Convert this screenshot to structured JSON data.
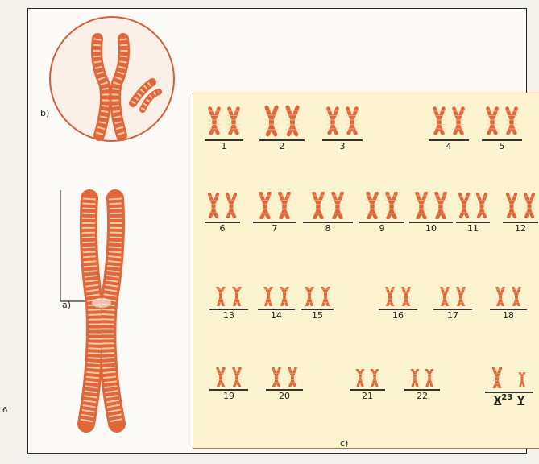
{
  "labels": {
    "a": "a)",
    "b": "b)",
    "c": "c)"
  },
  "edge_glyph": "6",
  "pairs": [
    {
      "num": "1"
    },
    {
      "num": "2"
    },
    {
      "num": "3"
    },
    {
      "num": "4"
    },
    {
      "num": "5"
    },
    {
      "num": "6"
    },
    {
      "num": "7"
    },
    {
      "num": "8"
    },
    {
      "num": "9"
    },
    {
      "num": "10"
    },
    {
      "num": "11"
    },
    {
      "num": "12"
    },
    {
      "num": "13"
    },
    {
      "num": "14"
    },
    {
      "num": "15"
    },
    {
      "num": "16"
    },
    {
      "num": "17"
    },
    {
      "num": "18"
    },
    {
      "num": "19"
    },
    {
      "num": "20"
    },
    {
      "num": "21"
    },
    {
      "num": "22"
    }
  ],
  "sex_pair": {
    "x": "X",
    "num": "23",
    "y": "Y"
  },
  "colors": {
    "chromosome": "#e0673a",
    "band": "#f6c9a8",
    "border": "#d2603a",
    "panel": "#fcf3cf"
  }
}
